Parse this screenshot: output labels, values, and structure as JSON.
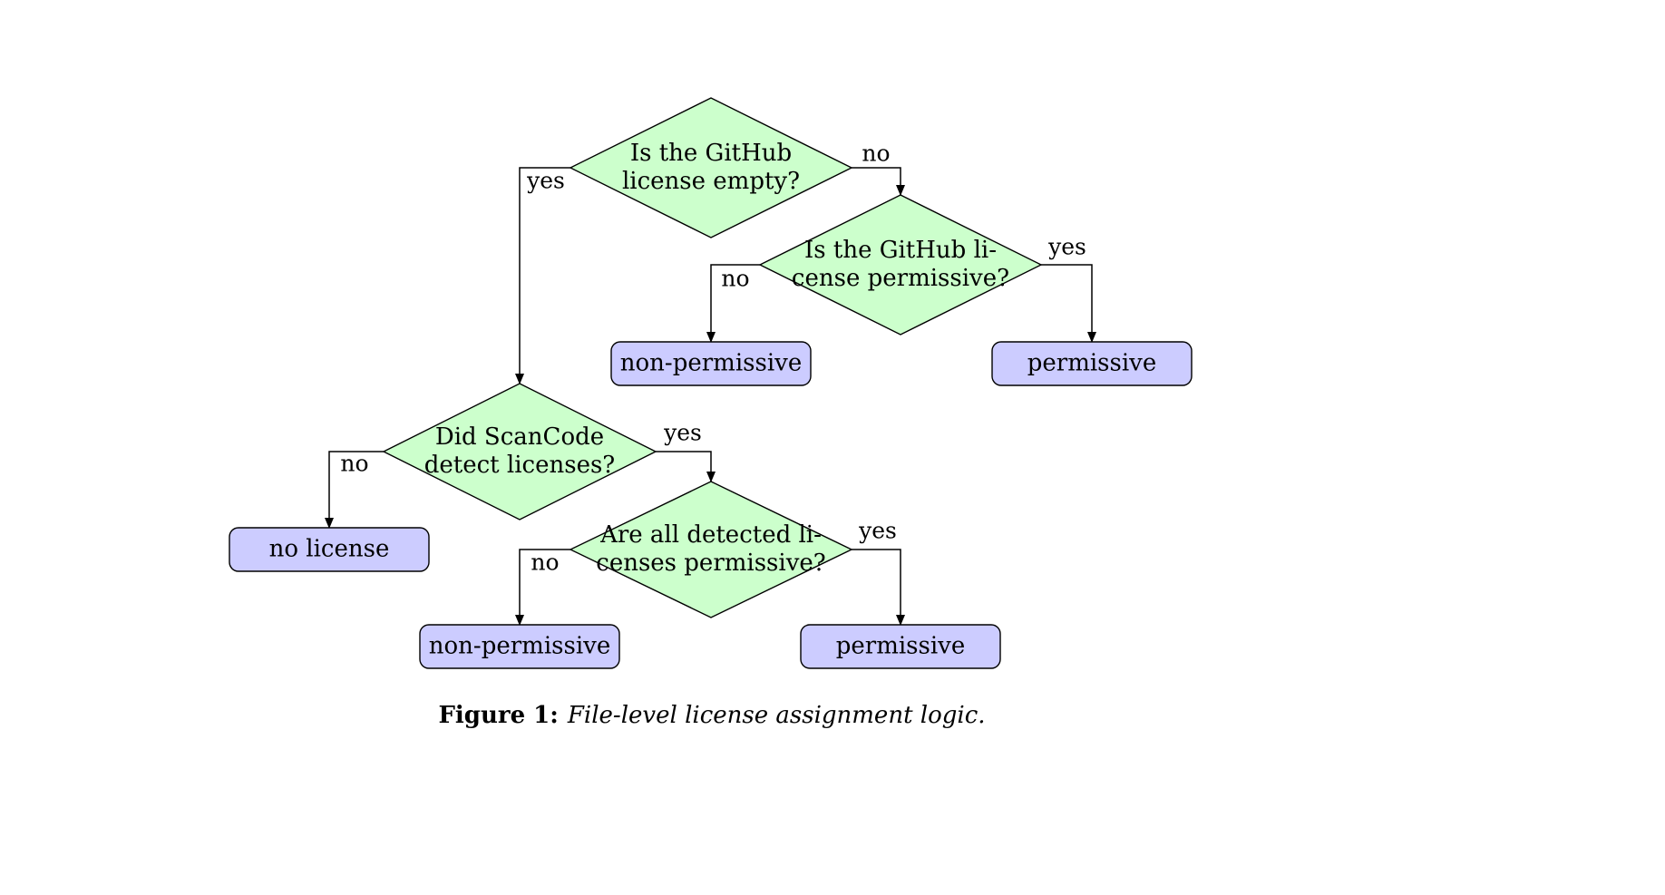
{
  "colors": {
    "decision_fill": "#ccffcc",
    "outcome_fill": "#ccccff"
  },
  "decisions": {
    "github_license_empty": {
      "line1": "Is the GitHub",
      "line2": "license empty?"
    },
    "github_license_permissive": {
      "line1": "Is the GitHub li-",
      "line2": "cense permissive?"
    },
    "scancode_detected": {
      "line1": "Did ScanCode",
      "line2": "detect licenses?"
    },
    "all_detected_permissive": {
      "line1": "Are all detected li-",
      "line2": "censes permissive?"
    }
  },
  "outcomes": {
    "github_non_permissive": "non-permissive",
    "github_permissive": "permissive",
    "no_license": "no license",
    "scancode_non_permissive": "non-permissive",
    "scancode_permissive": "permissive"
  },
  "edge_labels": {
    "d1_yes": "yes",
    "d1_no": "no",
    "d2_no": "no",
    "d2_yes": "yes",
    "d3_no": "no",
    "d3_yes": "yes",
    "d4_no": "no",
    "d4_yes": "yes"
  },
  "caption": {
    "label": "Figure 1:",
    "text": "File-level license assignment logic."
  }
}
